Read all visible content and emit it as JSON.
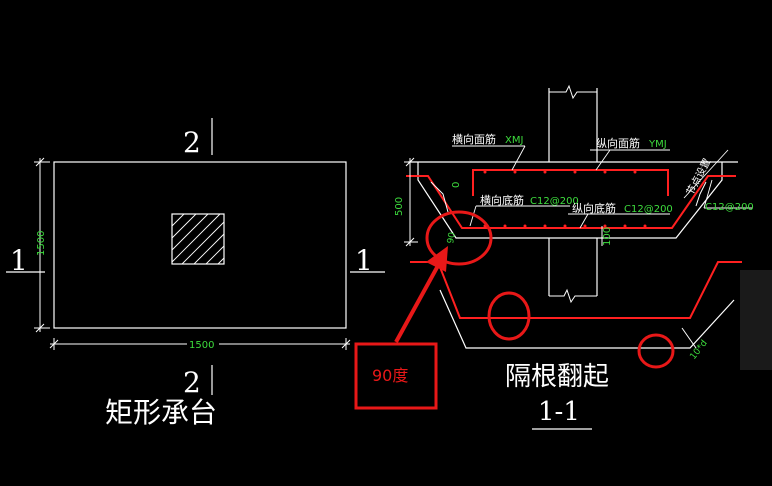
{
  "plan": {
    "title": "矩形承台",
    "section_mark_top": "2",
    "section_mark_bottom": "2",
    "section_mark_left": "1",
    "section_mark_right": "1",
    "dim_width": "1500",
    "dim_height": "1500"
  },
  "section": {
    "title_main": "隔根翻起",
    "title_sub": "1-1",
    "label_transverse_top": "横向面筋",
    "label_transverse_top_code": "XMJ",
    "label_longitudinal_top": "纵向面筋",
    "label_longitudinal_top_code": "YMJ",
    "label_transverse_bottom": "横向底筋",
    "label_transverse_bottom_code": "C12@200",
    "label_longitudinal_bottom": "纵向底筋",
    "label_longitudinal_bottom_code": "C12@200",
    "label_right_code": "C12@200",
    "label_setting": "节点设置",
    "dim_left": "500",
    "dim_bottom": "100",
    "dim_zero": "0",
    "angle_label": "90",
    "dim_10d": "10*d"
  },
  "annotation": {
    "callout_text": "90度"
  },
  "colors": {
    "background": "#000000",
    "line_white": "#ffffff",
    "rebar_red": "#ff2020",
    "text_green": "#3ddc3d",
    "annotation_red": "#e81818"
  }
}
